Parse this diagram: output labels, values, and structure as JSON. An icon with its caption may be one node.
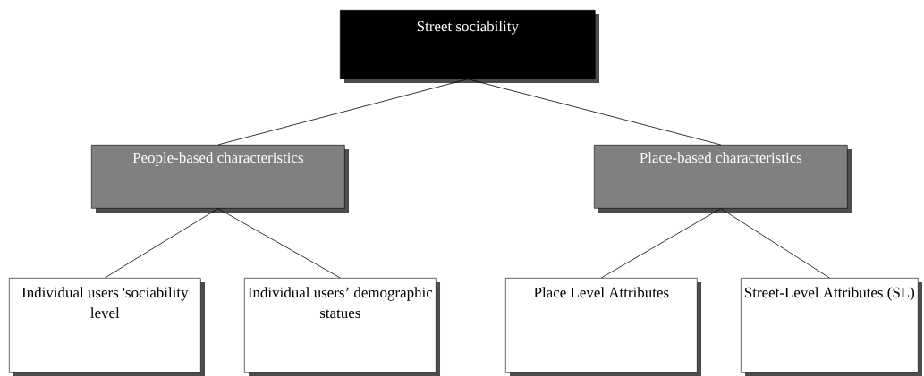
{
  "diagram": {
    "nodes": [
      {
        "text": [
          "Street sociability"
        ]
      },
      {
        "text": [
          "People-based characteristics"
        ]
      },
      {
        "text": [
          "Place-based characteristics"
        ]
      },
      {
        "text": [
          "Individual users 'sociability level"
        ]
      },
      {
        "text": [
          "Individual users’ demographic statues"
        ]
      },
      {
        "text": [
          "Place Level Attributes"
        ]
      },
      {
        "text": [
          "Street-Level Attributes (SL)"
        ]
      }
    ],
    "edges": [
      {
        "from": 0,
        "to": 1,
        "arrow": "none"
      },
      {
        "from": 0,
        "to": 2,
        "arrow": "none"
      },
      {
        "from": 1,
        "to": 3,
        "arrow": "none"
      },
      {
        "from": 1,
        "to": 4,
        "arrow": "none"
      },
      {
        "from": 2,
        "to": 5,
        "arrow": "none"
      },
      {
        "from": 2,
        "to": 6,
        "arrow": "none"
      }
    ]
  }
}
